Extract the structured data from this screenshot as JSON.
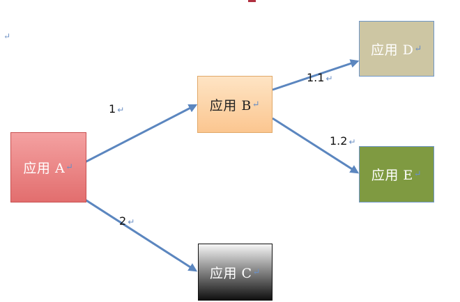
{
  "nodes": {
    "a": {
      "label": "应用 A",
      "mark": "↵"
    },
    "b": {
      "label": "应用 B",
      "mark": "↵"
    },
    "c": {
      "label": "应用 C",
      "mark": "↵"
    },
    "d": {
      "label": "应用 D",
      "mark": "↵"
    },
    "e": {
      "label": "应用 E",
      "mark": "↵"
    }
  },
  "edges": {
    "a_b": {
      "label": "1",
      "mark": "↵"
    },
    "a_c": {
      "label": "2",
      "mark": "↵"
    },
    "b_d": {
      "label": "1.1",
      "mark": "↵"
    },
    "b_e": {
      "label": "1.2",
      "mark": "↵"
    }
  },
  "paragraph_mark": "↵",
  "colors": {
    "arrow": "#5b86bf"
  }
}
